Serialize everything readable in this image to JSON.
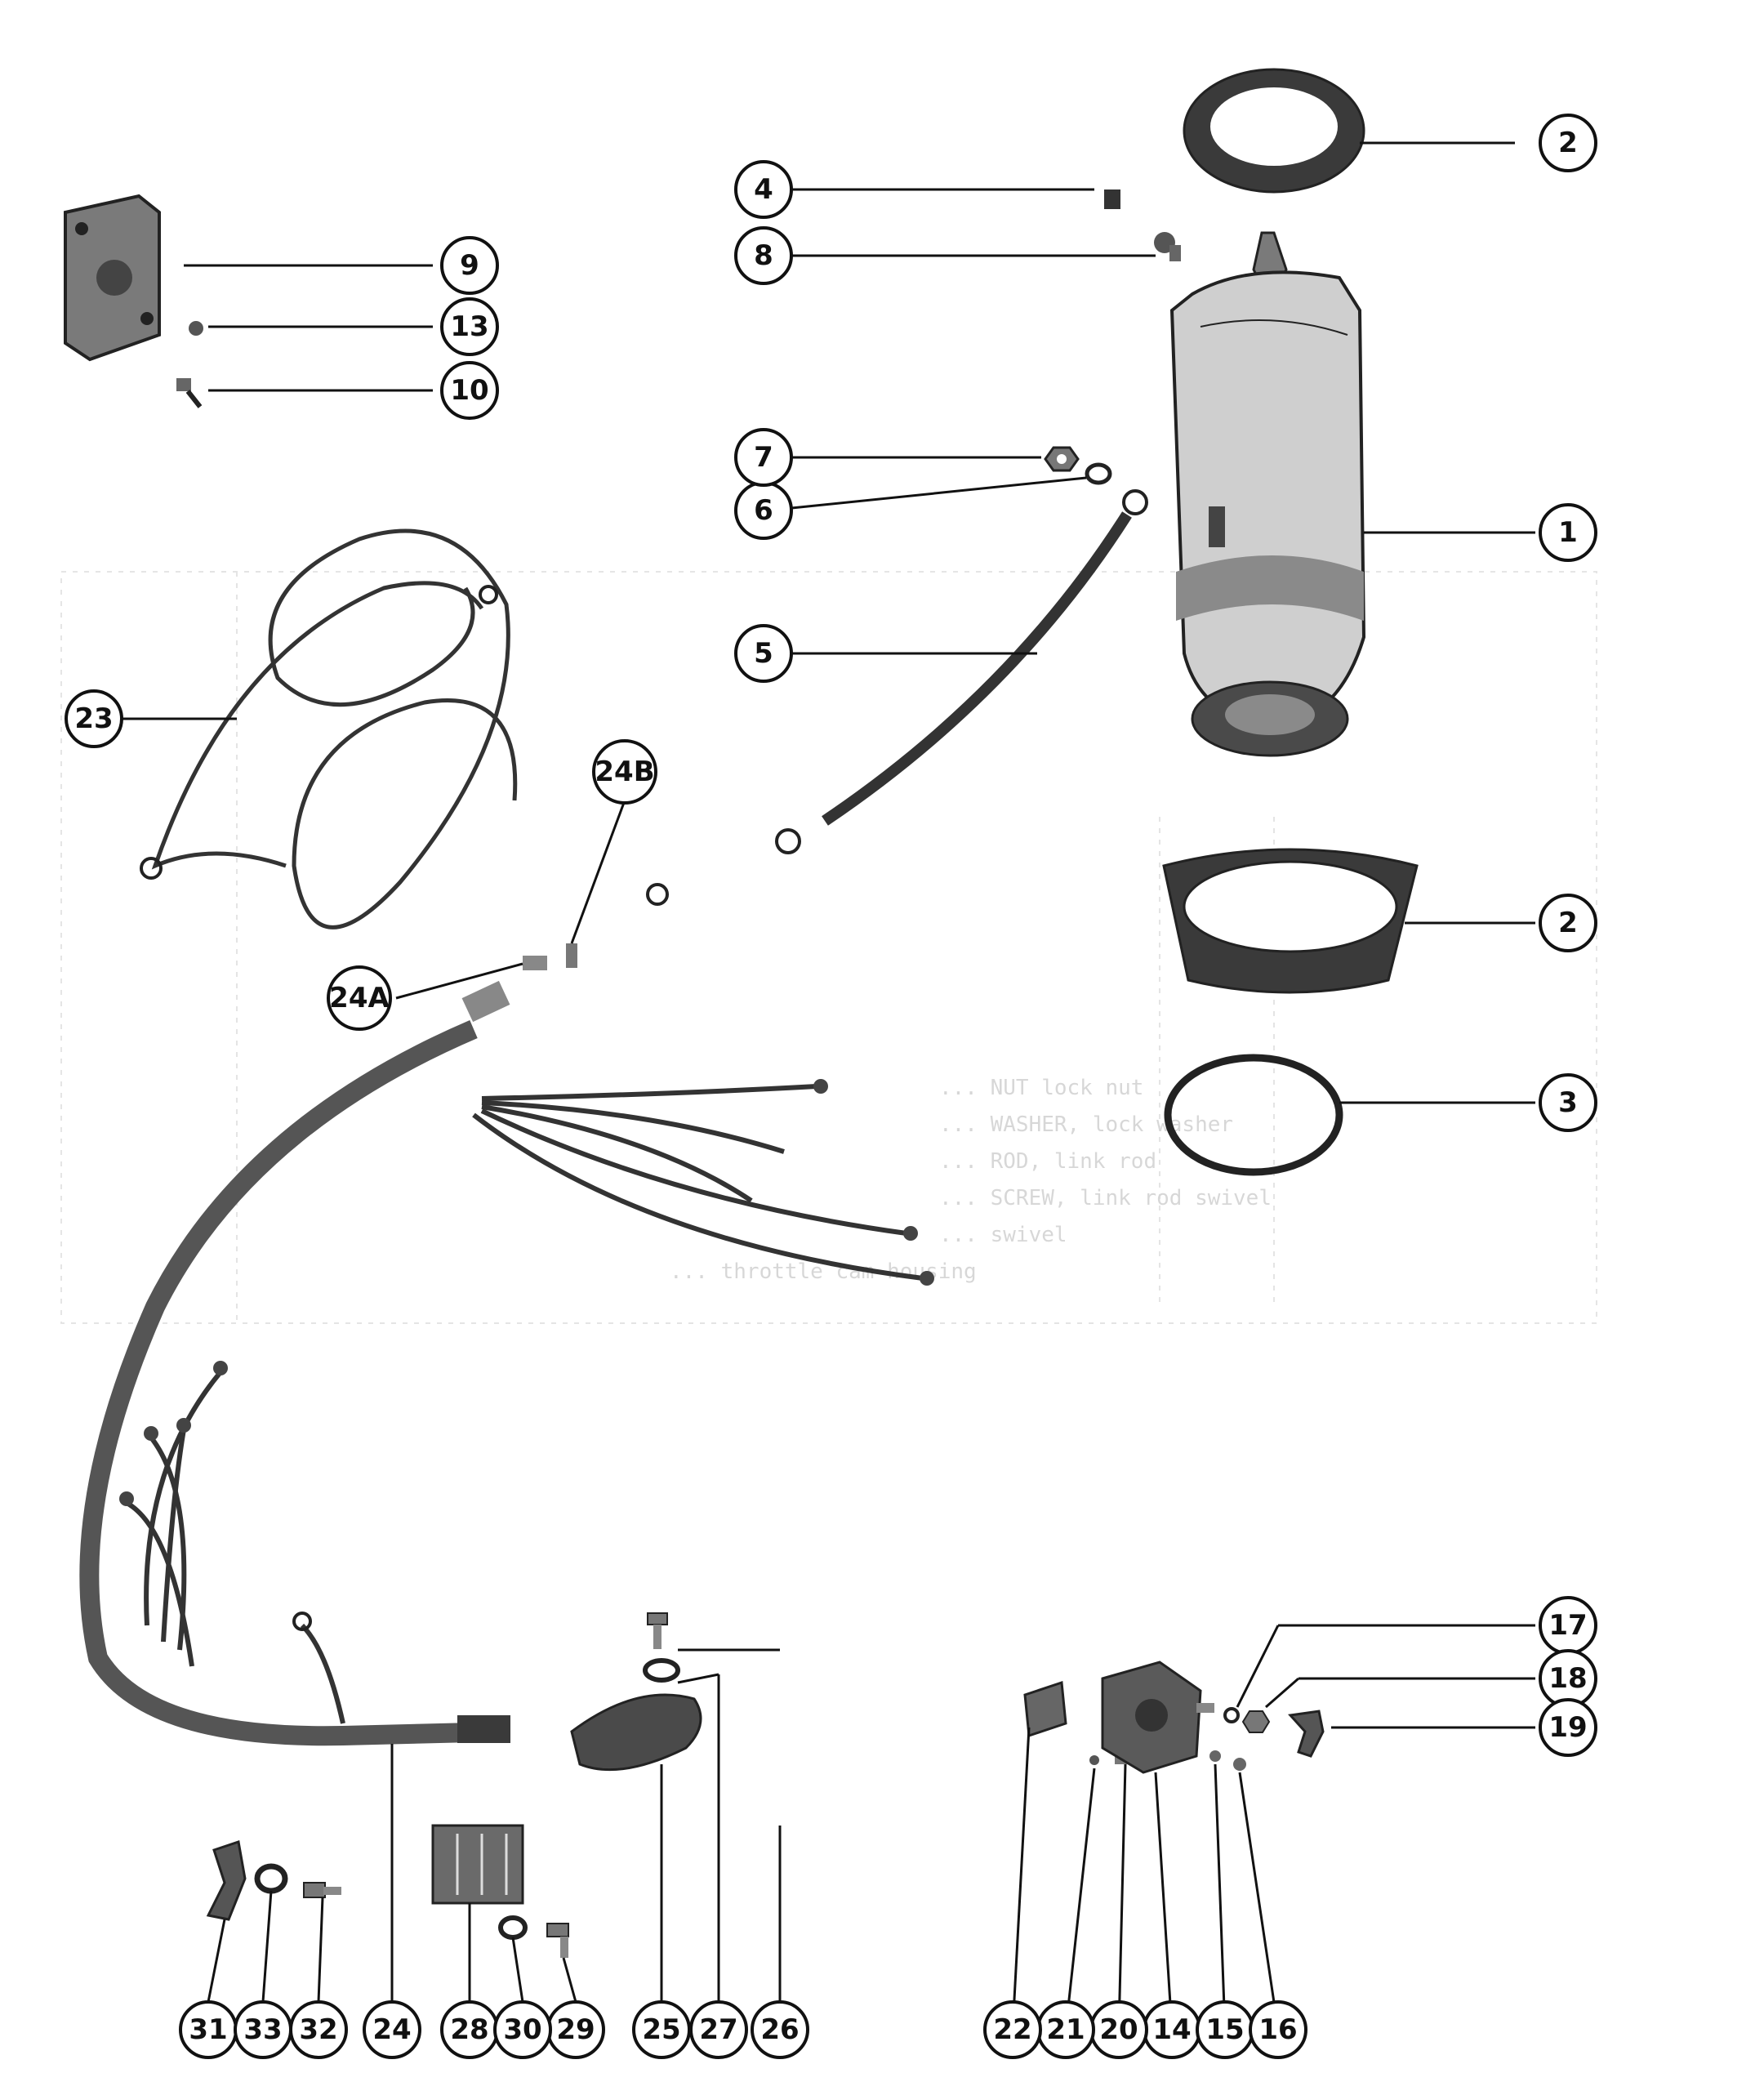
{
  "diagram": {
    "background_color": "#ffffff",
    "ink_color": "#111111",
    "callouts": [
      {
        "id": "c1",
        "label": "1"
      },
      {
        "id": "c2a",
        "label": "2"
      },
      {
        "id": "c2b",
        "label": "2"
      },
      {
        "id": "c3",
        "label": "3"
      },
      {
        "id": "c4",
        "label": "4"
      },
      {
        "id": "c5",
        "label": "5"
      },
      {
        "id": "c6",
        "label": "6"
      },
      {
        "id": "c7",
        "label": "7"
      },
      {
        "id": "c8",
        "label": "8"
      },
      {
        "id": "c9",
        "label": "9"
      },
      {
        "id": "c10",
        "label": "10"
      },
      {
        "id": "c13",
        "label": "13"
      },
      {
        "id": "c14",
        "label": "14"
      },
      {
        "id": "c15",
        "label": "15"
      },
      {
        "id": "c16",
        "label": "16"
      },
      {
        "id": "c17",
        "label": "17"
      },
      {
        "id": "c18",
        "label": "18"
      },
      {
        "id": "c19",
        "label": "19"
      },
      {
        "id": "c20",
        "label": "20"
      },
      {
        "id": "c21",
        "label": "21"
      },
      {
        "id": "c22",
        "label": "22"
      },
      {
        "id": "c23",
        "label": "23"
      },
      {
        "id": "c24",
        "label": "24"
      },
      {
        "id": "c24a",
        "label": "24A"
      },
      {
        "id": "c24b",
        "label": "24B"
      },
      {
        "id": "c25",
        "label": "25"
      },
      {
        "id": "c26",
        "label": "26"
      },
      {
        "id": "c27",
        "label": "27"
      },
      {
        "id": "c28",
        "label": "28"
      },
      {
        "id": "c29",
        "label": "29"
      },
      {
        "id": "c30",
        "label": "30"
      },
      {
        "id": "c31",
        "label": "31"
      },
      {
        "id": "c32",
        "label": "32"
      },
      {
        "id": "c33",
        "label": "33"
      }
    ],
    "bleed_through_text": [
      "... NUT lock nut",
      "... WASHER, lock washer",
      "... ROD, link rod",
      "... SCREW, link rod swivel",
      "... swivel",
      "... throttle cam housing"
    ]
  }
}
